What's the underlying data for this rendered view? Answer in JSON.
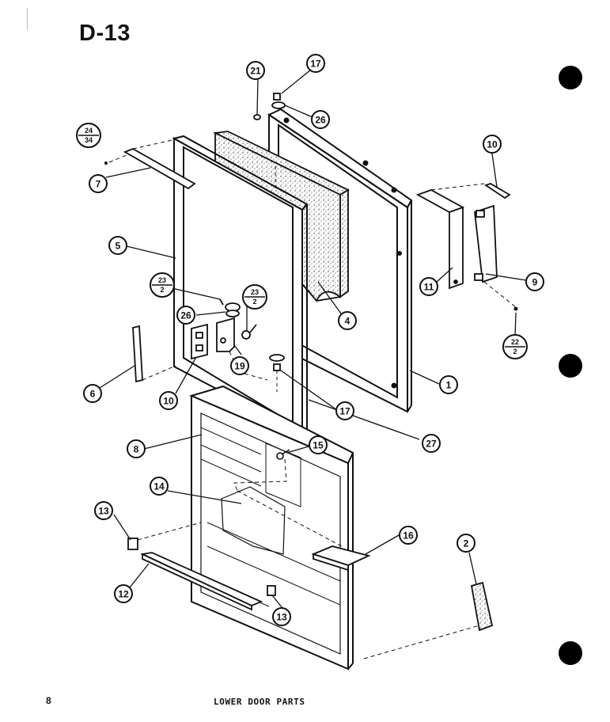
{
  "header": {
    "page_code": "D-13"
  },
  "footer": {
    "page_number": "8",
    "caption": "LOWER DOOR PARTS"
  },
  "callouts": {
    "c1": "1",
    "c2": "2",
    "c4": "4",
    "c5": "5",
    "c6": "6",
    "c7": "7",
    "c8": "8",
    "c9": "9",
    "c10a": "10",
    "c10b": "10",
    "c11": "11",
    "c12": "12",
    "c13a": "13",
    "c13b": "13",
    "c14": "14",
    "c15": "15",
    "c16": "16",
    "c17a": "17",
    "c17b": "17",
    "c19": "19",
    "c21": "21",
    "c26a": "26",
    "c26b": "26",
    "c27": "27"
  },
  "fraction_callouts": {
    "f24_34": {
      "top": "24",
      "bottom": "34"
    },
    "f23_2a": {
      "top": "23",
      "bottom": "2"
    },
    "f23_2b": {
      "top": "23",
      "bottom": "2"
    },
    "f22_2": {
      "top": "22",
      "bottom": "2"
    }
  }
}
